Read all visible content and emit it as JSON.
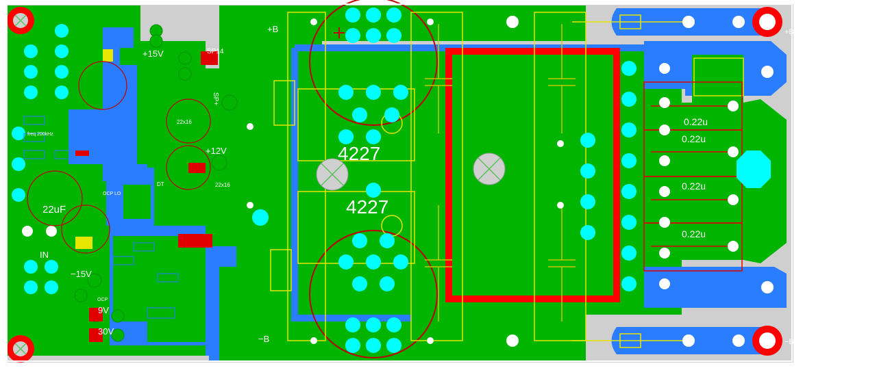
{
  "board": {
    "colors": {
      "background": "#ffffff",
      "substrate": "#cfcfcf",
      "top_copper": "#00b400",
      "bottom_copper": "#2a7dff",
      "pad": "#00ffff",
      "mount_hole": "#ff0000",
      "silk_red": "#e00000",
      "silk_yellow": "#e6e600",
      "outline": "#ffffff"
    },
    "rails": {
      "plus_b": "+B",
      "minus_b": "−B"
    },
    "transistors": {
      "upper": "4227",
      "lower": "4227"
    },
    "capacitors": {
      "c1": "0.22u",
      "c2": "0.22u",
      "c3": "0.22u",
      "c4": "0.22u"
    },
    "supply_labels": {
      "p15": "+15V",
      "m15": "−15V",
      "p12": "+12V"
    },
    "input": {
      "label": "IN",
      "cap": "22uF"
    },
    "misc": {
      "sp14": "SP14",
      "v9": "9V",
      "v30": "30V",
      "spk": "SP+",
      "freq": "freq 200kHz",
      "cap22x16a": "22x16",
      "cap22x16b": "22x16",
      "dt": "DT",
      "ocp": "OCP",
      "ocp_lo": "OCP LO"
    },
    "out_terminals": {
      "top": "+B",
      "bottom": "−B"
    }
  }
}
